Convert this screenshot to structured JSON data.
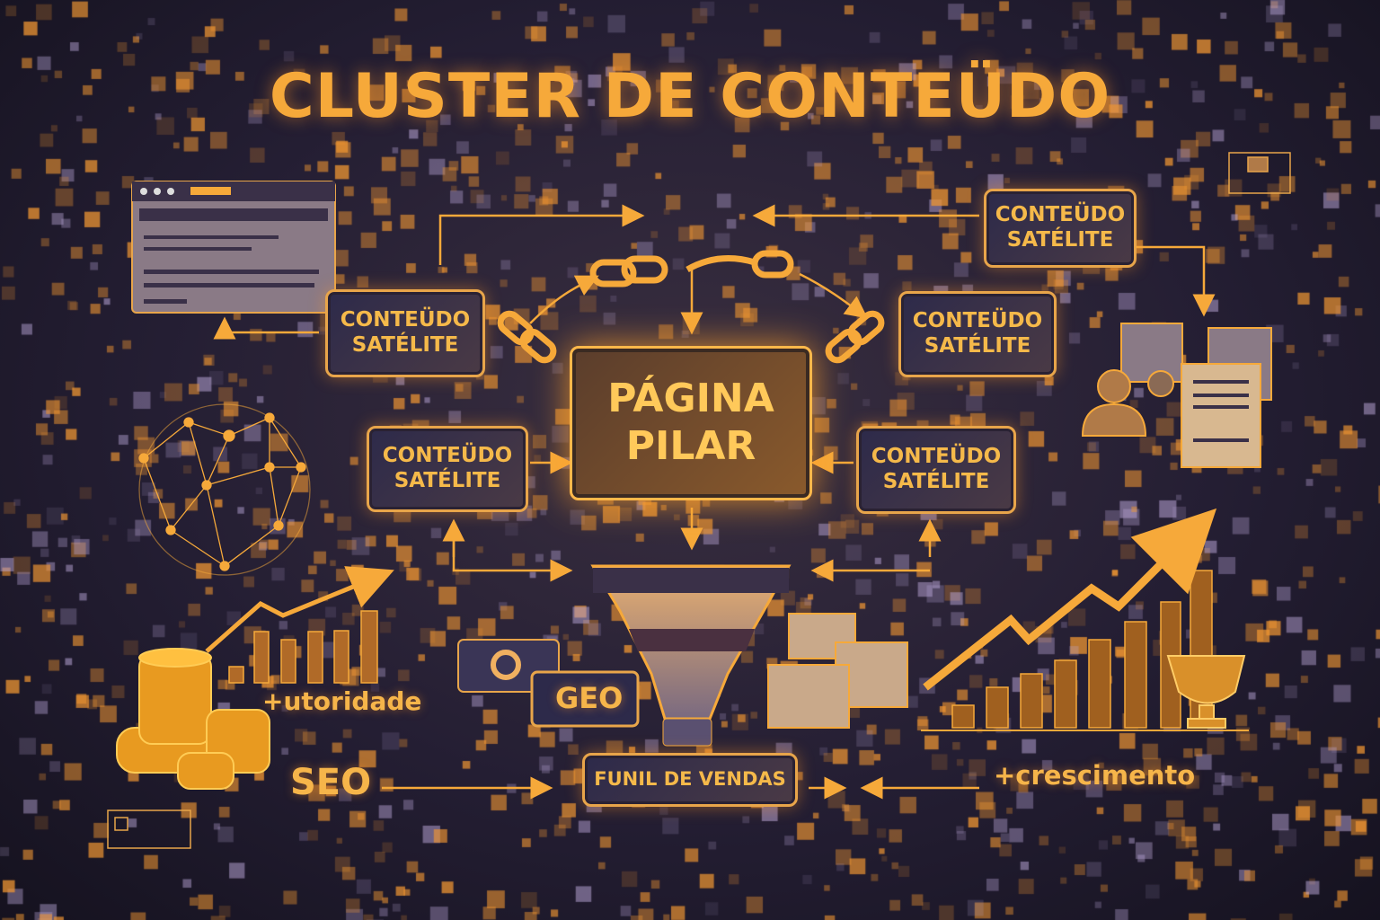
{
  "title": "CLUSTER DE CONTEÜDO",
  "center": {
    "line1": "PÁGINA",
    "line2": "PILAR"
  },
  "satellites": [
    {
      "line1": "CONTEÜDO",
      "line2": "SATÉLITE"
    },
    {
      "line1": "CONTEÜDO",
      "line2": "SATÉLITE"
    },
    {
      "line1": "CONTEÜDO",
      "line2": "SATÉLITE"
    },
    {
      "line1": "CONTEÜDO",
      "line2": "SATÉLITE"
    },
    {
      "line1": "CONTEÜDO",
      "line2": "SATÉLITE"
    }
  ],
  "labels": {
    "autoridade": "+utoridade",
    "seo": "SEO",
    "geo": "GEO",
    "funil": "FUNIL DE VENDAS",
    "crescimento": "+crescimento"
  },
  "colors": {
    "accent": "#f6a93a",
    "background": "#1c1829",
    "box": "#2d2a4a"
  },
  "icons": [
    "browser-window-icon",
    "network-globe-icon",
    "link-chain-icon",
    "funnel-icon",
    "coins-icon",
    "bar-chart-icon",
    "search-bubble-icon",
    "chat-documents-icon",
    "users-documents-icon",
    "trophy-icon",
    "growth-chart-icon"
  ]
}
